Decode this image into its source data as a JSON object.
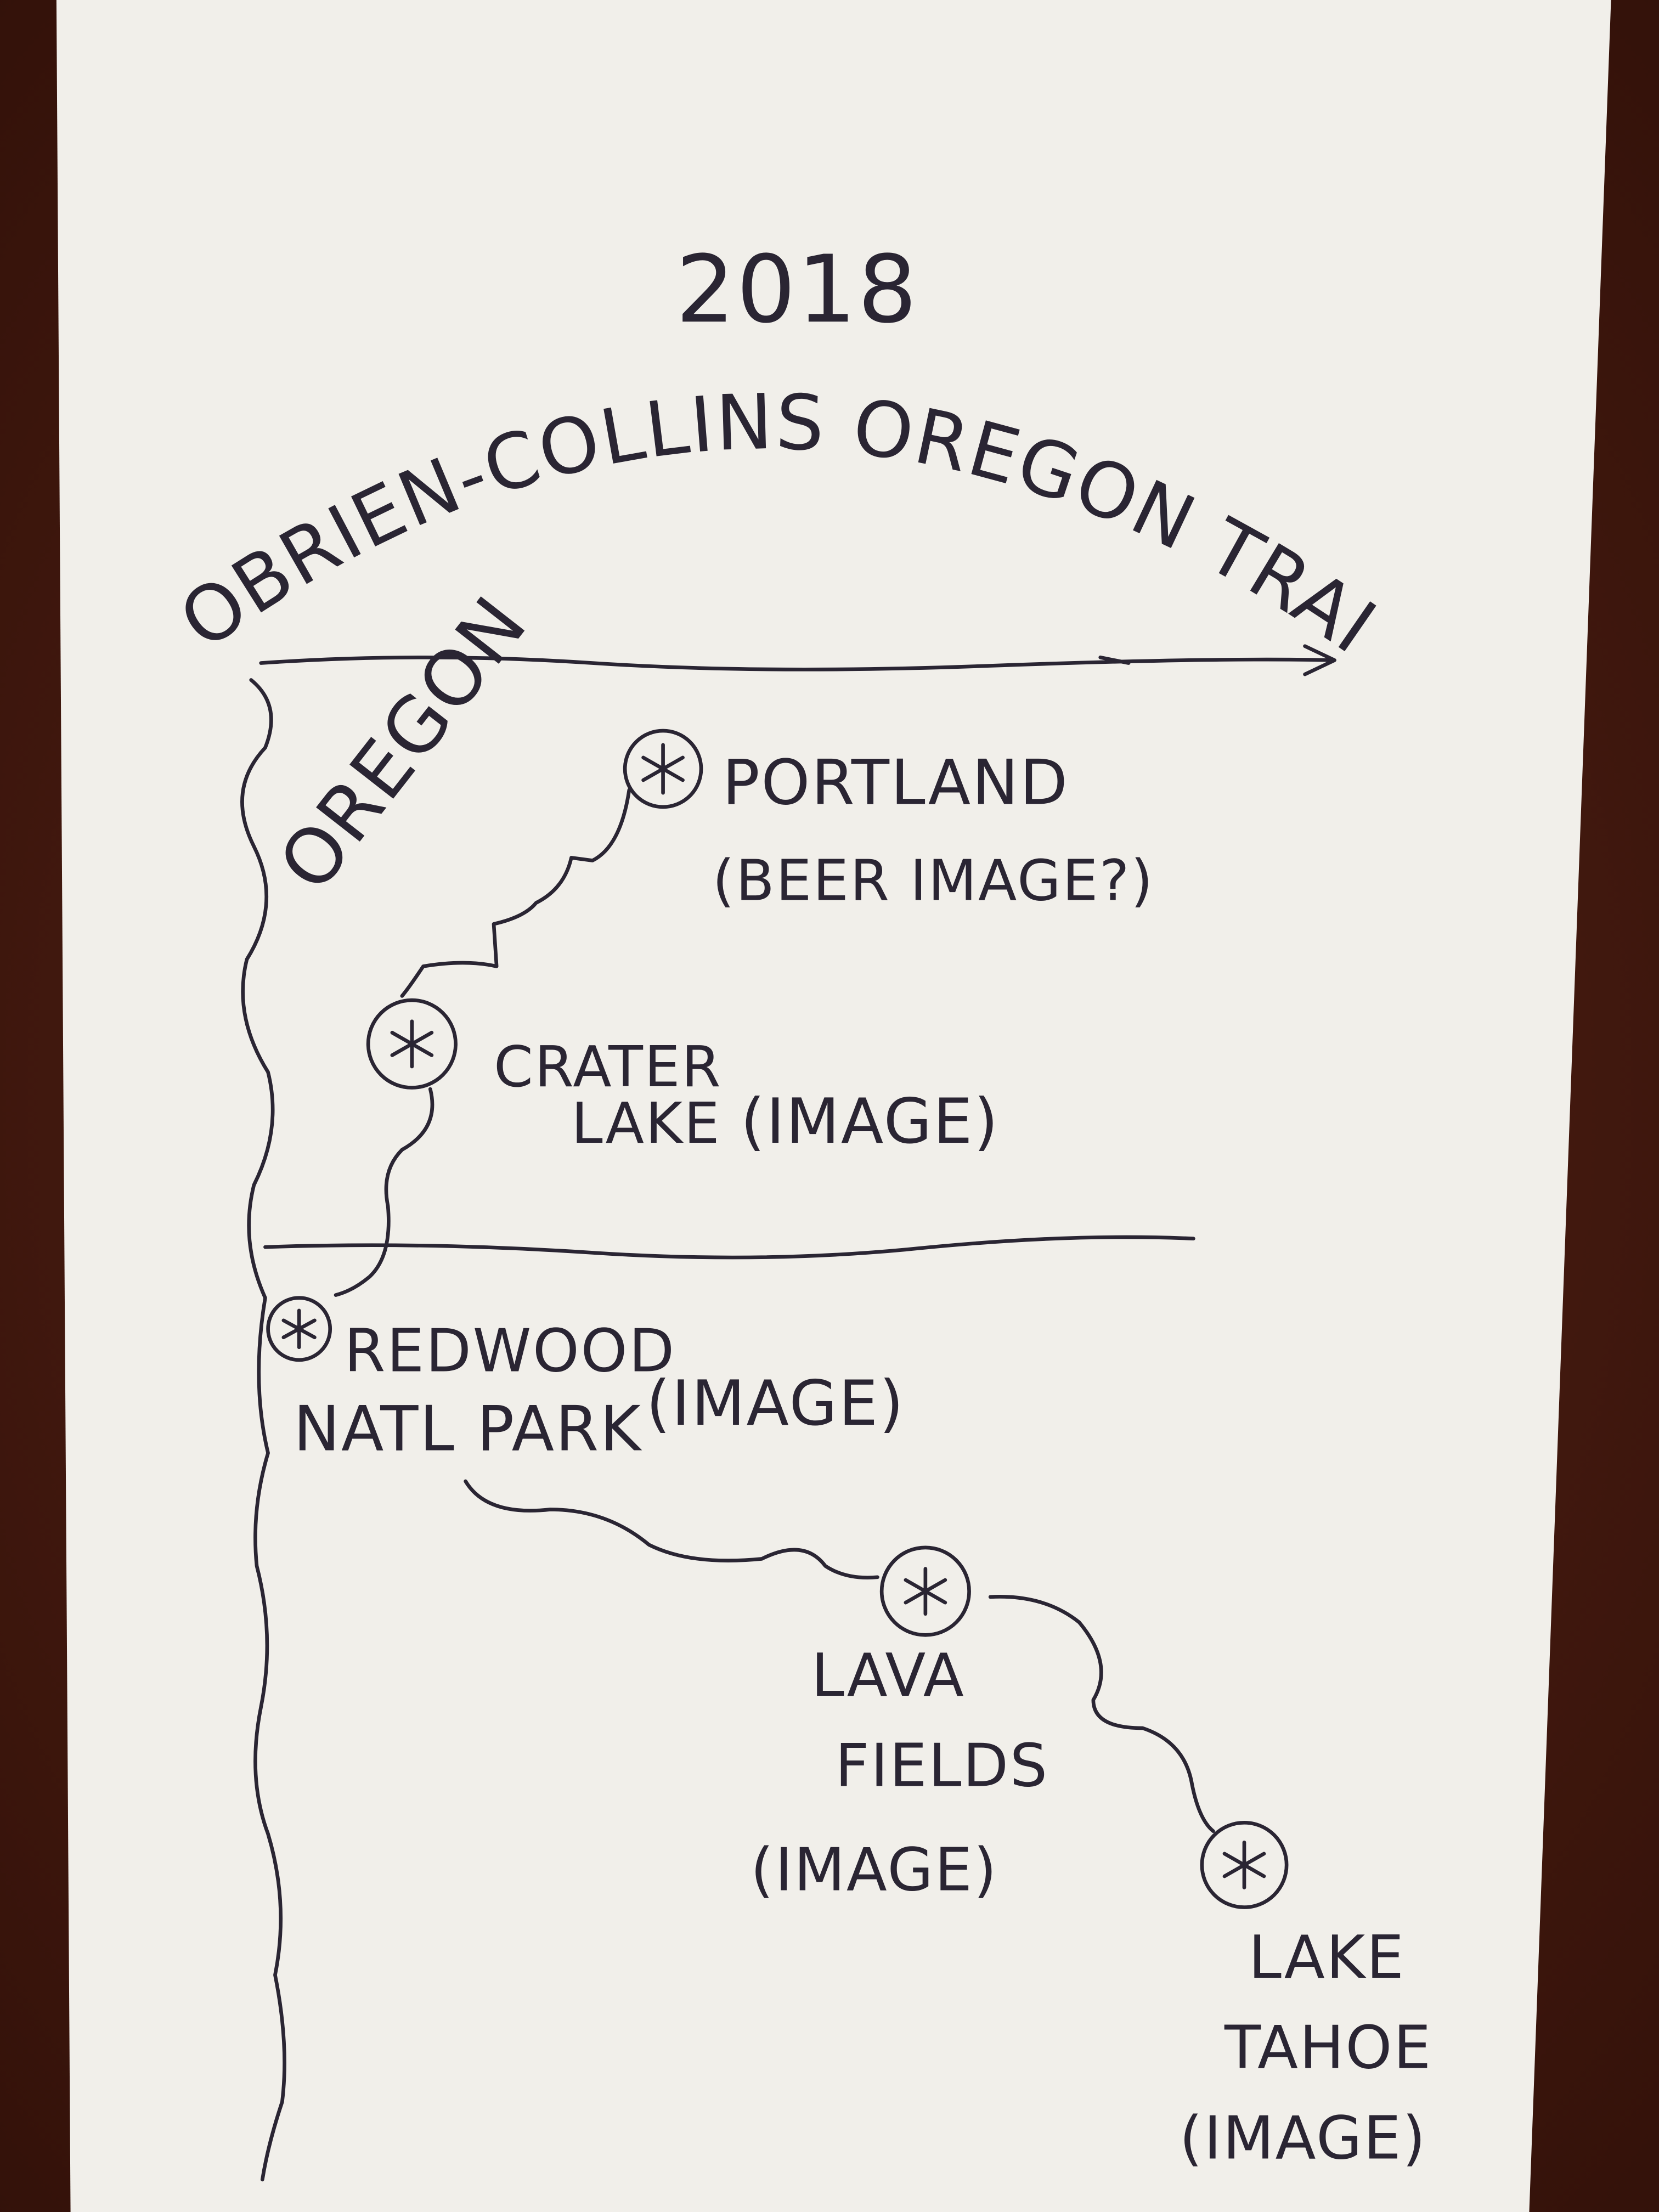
{
  "colors": {
    "paper": "#f1efea",
    "wood": "#4a1d12",
    "ink": "#2a2533"
  },
  "year": "2018",
  "title": "OBRIEN-COLLINS OREGON TRAIL",
  "region_label": "OREGON",
  "stops": [
    {
      "name_lines": [
        "PORTLAND"
      ],
      "note": "(BEER IMAGE?)",
      "icon": "asterisk-circle-icon"
    },
    {
      "name_lines": [
        "CRATER",
        "LAKE"
      ],
      "note": "(IMAGE)",
      "icon": "asterisk-circle-icon"
    },
    {
      "name_lines": [
        "REDWOOD",
        "NATL PARK"
      ],
      "note": "(IMAGE)",
      "icon": "asterisk-circle-icon"
    },
    {
      "name_lines": [
        "LAVA",
        "FIELDS"
      ],
      "note": "(IMAGE)",
      "icon": "asterisk-circle-icon"
    },
    {
      "name_lines": [
        "LAKE",
        "TAHOE"
      ],
      "note": "(IMAGE)",
      "icon": "asterisk-circle-icon"
    }
  ]
}
